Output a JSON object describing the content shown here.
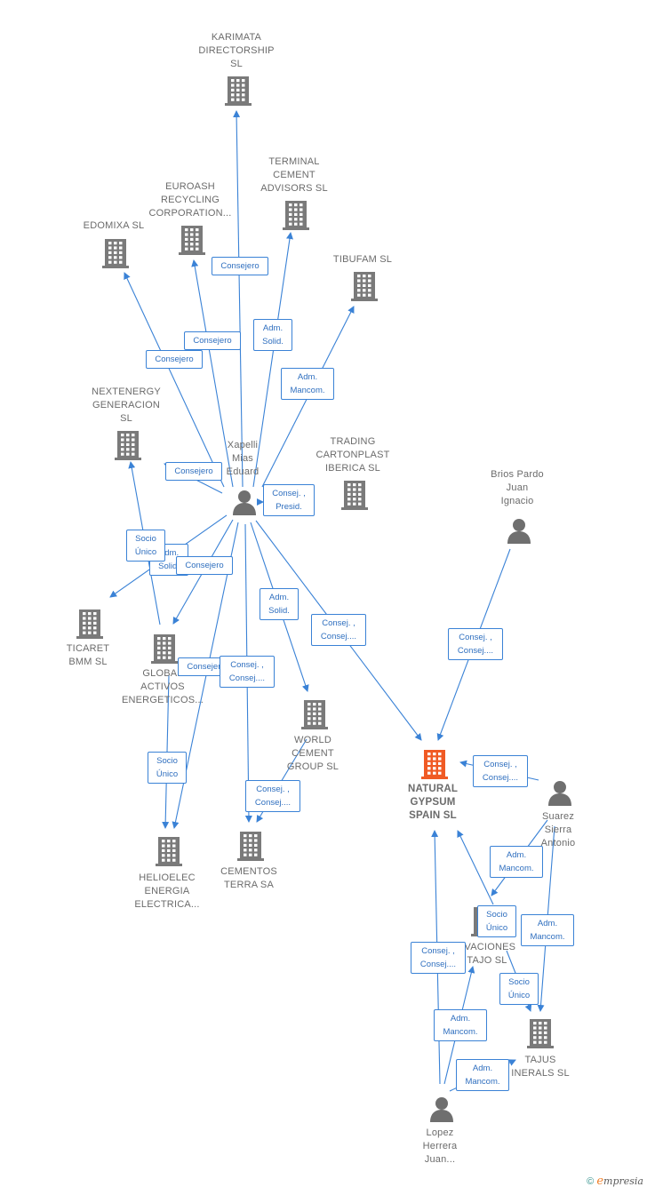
{
  "colors": {
    "edge": "#3a82d6",
    "company": "#7a7a7a",
    "main_company": "#f05a24",
    "person": "#6f6f6f",
    "text": "#6b6b6b"
  },
  "nodes": [
    {
      "id": "karimata",
      "type": "company",
      "label": "KARIMATA\nDIRECTORSHIP\nSL"
    },
    {
      "id": "terminal",
      "type": "company",
      "label": "TERMINAL\nCEMENT\nADVISORS SL"
    },
    {
      "id": "euroash",
      "type": "company",
      "label": "EUROASH\nRECYCLING\nCORPORATION..."
    },
    {
      "id": "edomixa",
      "type": "company",
      "label": "EDOMIXA SL"
    },
    {
      "id": "tibufam",
      "type": "company",
      "label": "TIBUFAM  SL"
    },
    {
      "id": "nextenergy",
      "type": "company",
      "label": "NEXTENERGY\nGENERACION\nSL"
    },
    {
      "id": "xapelli",
      "type": "person",
      "label": "Xapelli\nMias\nEduard"
    },
    {
      "id": "trading",
      "type": "company",
      "label": "TRADING\nCARTONPLAST\nIBERICA  SL"
    },
    {
      "id": "brios",
      "type": "person",
      "label": "Brios Pardo\nJuan\nIgnacio"
    },
    {
      "id": "ticaret",
      "type": "company",
      "label": "TICARET\nBMM SL"
    },
    {
      "id": "global",
      "type": "company",
      "label": "GLOBAL\nACTIVOS\nENERGETICOS..."
    },
    {
      "id": "world",
      "type": "company",
      "label": "WORLD\nCEMENT\nGROUP SL"
    },
    {
      "id": "natural",
      "type": "main",
      "label": "NATURAL\nGYPSUM\nSPAIN  SL"
    },
    {
      "id": "suarez",
      "type": "person",
      "label": "Suarez\nSierra\nAntonio"
    },
    {
      "id": "helioelec",
      "type": "company",
      "label": "HELIOELEC\nENERGIA\nELECTRICA..."
    },
    {
      "id": "cementos",
      "type": "company",
      "label": "CEMENTOS\nTERRA SA"
    },
    {
      "id": "excavaciones",
      "type": "company",
      "label": "AVACIONES\nTAJO SL"
    },
    {
      "id": "tajus",
      "type": "company",
      "label": "TAJUS\nINERALS  SL"
    },
    {
      "id": "lopez",
      "type": "person",
      "label": "Lopez\nHerrera\nJuan..."
    }
  ],
  "edges": [
    {
      "from": "xapelli",
      "to": "karimata",
      "label": "Consejero"
    },
    {
      "from": "xapelli",
      "to": "euroash",
      "label": "Consejero"
    },
    {
      "from": "xapelli",
      "to": "edomixa",
      "label": "Consejero"
    },
    {
      "from": "xapelli",
      "to": "terminal",
      "label": "Adm.\nSolid."
    },
    {
      "from": "xapelli",
      "to": "tibufam",
      "label": "Adm.\nMancom."
    },
    {
      "from": "xapelli",
      "to": "nextenergy",
      "label": "Consejero"
    },
    {
      "from": "xapelli",
      "to": "trading",
      "label": "Consej. ,\nPresid."
    },
    {
      "from": "xapelli",
      "to": "ticaret",
      "label": "Adm.\nSolid."
    },
    {
      "from": "xapelli",
      "to": "global",
      "label": "Consejero"
    },
    {
      "from": "xapelli",
      "to": "helioelec",
      "label": "Consejero"
    },
    {
      "from": "xapelli",
      "to": "cementos",
      "label": "Consej. ,\nConsej...."
    },
    {
      "from": "xapelli",
      "to": "world",
      "label": "Adm.\nSolid."
    },
    {
      "from": "xapelli",
      "to": "natural",
      "label": "Consej. ,\nConsej...."
    },
    {
      "from": "global",
      "to": "nextenergy",
      "label": "Socio\nÚnico"
    },
    {
      "from": "global",
      "to": "helioelec",
      "label": "Socio\nÚnico"
    },
    {
      "from": "world",
      "to": "cementos",
      "label": "Consej. ,\nConsej...."
    },
    {
      "from": "brios",
      "to": "natural",
      "label": "Consej. ,\nConsej...."
    },
    {
      "from": "suarez",
      "to": "natural",
      "label": "Consej. ,\nConsej...."
    },
    {
      "from": "suarez",
      "to": "excavaciones",
      "label": "Adm.\nMancom."
    },
    {
      "from": "suarez",
      "to": "tajus",
      "label": "Adm.\nMancom."
    },
    {
      "from": "excavaciones",
      "to": "natural",
      "label": "Socio\nÚnico"
    },
    {
      "from": "excavaciones",
      "to": "tajus",
      "label": "Socio\nÚnico"
    },
    {
      "from": "lopez",
      "to": "natural",
      "label": "Consej. ,\nConsej...."
    },
    {
      "from": "lopez",
      "to": "excavaciones",
      "label": "Adm.\nMancom."
    },
    {
      "from": "lopez",
      "to": "tajus",
      "label": "Adm.\nMancom."
    }
  ],
  "footer": {
    "copyright": "©",
    "brand_initial": "e",
    "brand_rest": "mpresia"
  }
}
